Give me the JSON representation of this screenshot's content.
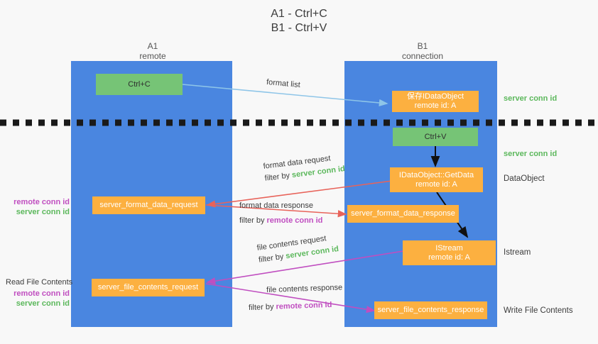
{
  "title": {
    "line1": "A1 - Ctrl+C",
    "line2": "B1 - Ctrl+V"
  },
  "colors": {
    "lane": "#4a86e0",
    "box_green": "#76c476",
    "box_orange": "#fcb040",
    "server_conn_id": "#5cb85c",
    "remote_conn_id": "#c04ec0",
    "arrow_blue": "#8ec5e8",
    "arrow_red": "#e8635a",
    "arrow_magenta": "#c04ec0",
    "arrow_black": "#111111",
    "divider": "#1a1a1a",
    "background": "#f8f8f8"
  },
  "columns": [
    {
      "name": "A1",
      "sub": "remote"
    },
    {
      "name": "B1",
      "sub": "connection"
    }
  ],
  "divider": {
    "style": "dashed",
    "label": ""
  },
  "boxes": {
    "ctrl_c": {
      "line1": "Ctrl+C",
      "line2": ""
    },
    "ctrl_v": {
      "line1": "Ctrl+V",
      "line2": ""
    },
    "save_idataobject": {
      "line1": "保存IDataObject",
      "line2": "remote id: A"
    },
    "getdata": {
      "line1": "IDataObject::GetData",
      "line2": "remote id: A"
    },
    "istream": {
      "line1": "IStream",
      "line2": "remote id: A"
    },
    "server_format_data_request": {
      "line1": "server_format_data_request",
      "line2": ""
    },
    "server_format_data_response": {
      "line1": "server_format_data_response",
      "line2": ""
    },
    "server_file_contents_request": {
      "line1": "server_file_contents_request",
      "line2": ""
    },
    "server_file_contents_response": {
      "line1": "server_file_contents_response",
      "line2": ""
    }
  },
  "arrow_labels": {
    "format_list": "format list",
    "format_data_request": "format data request",
    "format_data_request_filter_prefix": "filter by ",
    "format_data_request_filter_value": "server conn id",
    "format_data_response": "format data response",
    "format_data_response_filter_prefix": "filter by ",
    "format_data_response_filter_value": "remote conn id",
    "file_contents_request": "file contents request",
    "file_contents_request_filter_prefix": "filter by ",
    "file_contents_request_filter_value": "server conn id",
    "file_contents_response": "file contents response",
    "file_contents_response_filter_prefix": "filter by ",
    "file_contents_response_filter_value": "remote conn id"
  },
  "side_labels": {
    "right_server_conn_id_top": "server conn id",
    "right_server_conn_id_mid": "server conn id",
    "right_dataobject": "DataObject",
    "right_istream": "Istream",
    "right_write_file_contents": "Write File Contents",
    "left_remote_conn_id_1": "remote conn id",
    "left_server_conn_id_1": "server conn id",
    "left_read_file_contents": "Read File Contents",
    "left_remote_conn_id_2": "remote conn id",
    "left_server_conn_id_2": "server conn id"
  }
}
